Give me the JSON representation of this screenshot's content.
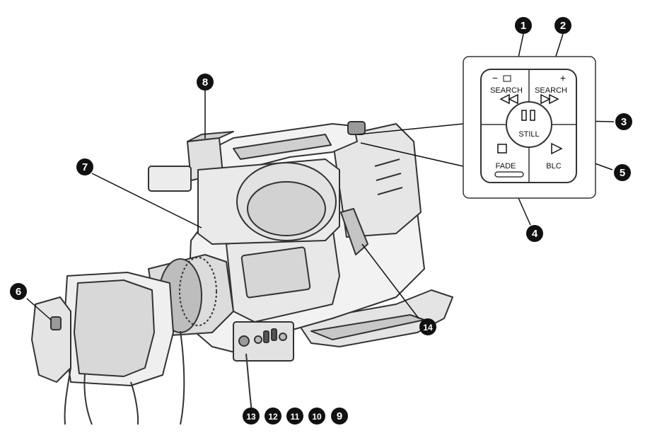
{
  "colors": {
    "ink": "#111111",
    "outline": "#333333",
    "body_fill": "#f2f2f2",
    "shade": "#c8c8c8",
    "dark": "#555555",
    "panel_bg": "#ffffff"
  },
  "control_panel": {
    "minus_sign": "−",
    "plus_sign": "+",
    "search_left_label": "SEARCH",
    "search_right_label": "SEARCH",
    "still_label": "STILL",
    "fade_label": "FADE",
    "blc_label": "BLC"
  },
  "markers": [
    {
      "id": "1",
      "label": "1"
    },
    {
      "id": "2",
      "label": "2"
    },
    {
      "id": "3",
      "label": "3"
    },
    {
      "id": "4",
      "label": "4"
    },
    {
      "id": "5",
      "label": "5"
    },
    {
      "id": "6",
      "label": "6"
    },
    {
      "id": "7",
      "label": "7"
    },
    {
      "id": "8",
      "label": "8"
    },
    {
      "id": "9",
      "label": "9"
    },
    {
      "id": "10",
      "label": "10"
    },
    {
      "id": "11",
      "label": "11"
    },
    {
      "id": "12",
      "label": "12"
    },
    {
      "id": "13",
      "label": "13"
    },
    {
      "id": "14",
      "label": "14"
    }
  ]
}
